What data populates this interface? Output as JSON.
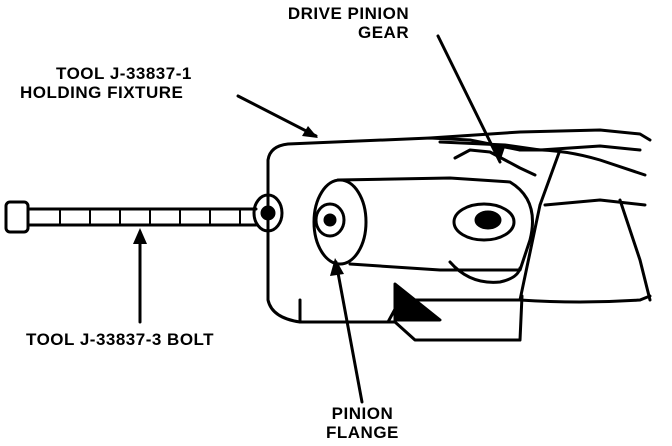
{
  "labels": {
    "drive_pinion_gear": {
      "line1": "DRIVE PINION",
      "line2": "GEAR"
    },
    "holding_fixture": {
      "line1": "TOOL J-33837-1",
      "line2": "HOLDING FIXTURE"
    },
    "bolt": {
      "line1": "TOOL J-33837-3 BOLT"
    },
    "pinion_flange": {
      "line1": "PINION",
      "line2": "FLANGE"
    }
  },
  "colors": {
    "ink": "#000000",
    "paper": "#ffffff"
  }
}
